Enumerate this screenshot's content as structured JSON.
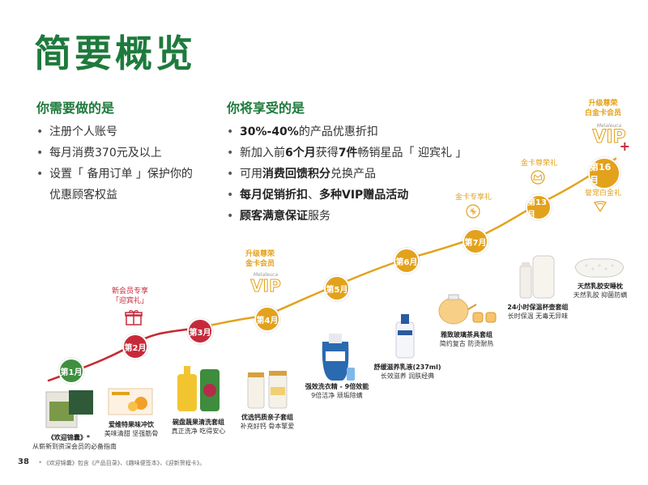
{
  "title": "简要概览",
  "left": {
    "heading": "你需要做的是",
    "items": [
      "注册个人账号",
      "每月消费370元及以上",
      "设置「 备用订单 」保护你的",
      "优惠顾客权益"
    ]
  },
  "right": {
    "heading": "你将享受的是",
    "item1": {
      "b": "30%-40%",
      "t": "的产品优惠折扣"
    },
    "item2": {
      "t1": "新加入前",
      "b1": "6个月",
      "t2": "获得",
      "b2": "7件",
      "t3": "畅销星品「 迎宾礼 」"
    },
    "item3": {
      "t1": "可用",
      "b1": "消费回馈积分",
      "t2": "兑换产品"
    },
    "item4": {
      "b1": "每月促销折扣",
      "t1": "、",
      "b2": "多种VIP赠品活动"
    },
    "item5": {
      "b1": "顾客满意保证",
      "t1": "服务"
    }
  },
  "milestones": {
    "m1": "第1月",
    "m2": "第2月",
    "m3": "第3月",
    "m4": "第4月",
    "m5": "第5月",
    "m6": "第6月",
    "m7": "第7月",
    "m13": "第13月",
    "m16": "第16月"
  },
  "rewards": {
    "new_member_l1": "新会员专享",
    "new_member_l2": "「迎宾礼」",
    "gold_upgrade_l1": "升级尊荣",
    "gold_upgrade_l2": "金卡会员",
    "gold_gift_a": "金卡专享礼",
    "gold_gift_b": "金卡尊荣礼",
    "platinum_upgrade_l1": "升级尊荣",
    "platinum_upgrade_l2": "白金卡会员",
    "platinum_gift": "誉宠白金礼",
    "vip_badge_top": "Melaleuca",
    "vip_badge": "VIP"
  },
  "products": {
    "p1": {
      "name": "《欢迎锦囊》*",
      "desc": "从崭新到资深会员的必备指南"
    },
    "p2": {
      "name": "爱维特果味冲饮",
      "desc": "美味清甜 坚强筋骨"
    },
    "p3": {
      "name": "碗盘蔬果清洗套组",
      "desc": "真正洗净 吃得安心"
    },
    "p4": {
      "name": "优选钙质亲子套组",
      "desc": "补充好钙 骨本擎爱"
    },
    "p5": {
      "name": "强效洗衣精 - 9倍效能",
      "desc": "9倍洁净 顽垢除螨"
    },
    "p6": {
      "name": "舒缓滋养乳液(237ml)",
      "desc": "长效滋养 润肤经典"
    },
    "p7": {
      "name": "雅致玻璃茶具套组",
      "desc": "简约复古 防烫耐热"
    },
    "p8": {
      "name": "24小时保温杯壶套组",
      "desc": "长时保温 无毒无异味"
    },
    "p9": {
      "name": "天然乳胶安睡枕",
      "desc": "天然乳胶 抑菌防螨"
    }
  },
  "footnote": "* 《欢迎锦囊》包含《产品目录》、《趣味便签本》、《迎新贺程卡》。",
  "page_number": "38",
  "colors": {
    "green": "#1e7a3c",
    "gold": "#e3a21c",
    "red": "#c62a3a",
    "month_green": "#3f8f3f"
  }
}
